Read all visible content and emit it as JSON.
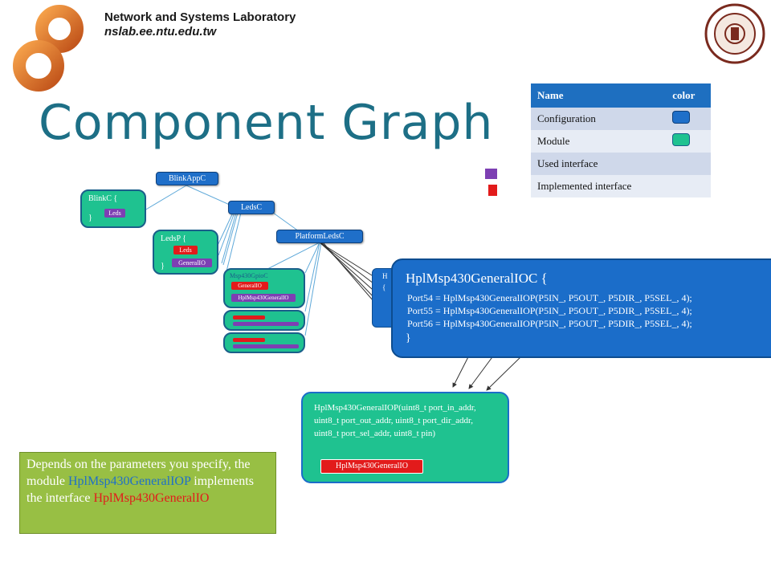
{
  "header": {
    "lab_name": "Network and Systems Laboratory",
    "lab_url": "nslab.ee.ntu.edu.tw"
  },
  "title": "Component Graph",
  "legend": {
    "headers": [
      "Name",
      "color"
    ],
    "rows": [
      {
        "name": "Configuration",
        "color": "#1f6fc9"
      },
      {
        "name": "Module",
        "color": "#1fc290"
      },
      {
        "name": "Used interface",
        "color": "#7d3fb3"
      },
      {
        "name": "Implemented interface",
        "color": "#e21b1b"
      }
    ]
  },
  "graph": {
    "blinkappc": "BlinkAppC",
    "ledsc": "LedsC",
    "platformledsc": "PlatformLedsC",
    "blinkc_label": "BlinkC {",
    "blinkc_close": "}",
    "blinkc_leds": "Leds",
    "ledsp_label": "LedsP {",
    "ledsp_close": "}",
    "ledsp_leds": "Leds",
    "ledsp_generalio": "GeneralIO",
    "msp_label": "Msp430GpioC",
    "msp_generalio": "GeneralIO",
    "msp_hpl": "HplMsp430GeneralIO",
    "hidden_h": "H",
    "hidden_brace": "{"
  },
  "popup": {
    "header": "HplMsp430GeneralIOC {",
    "lines": [
      "Port54 = HplMsp430GeneralIOP(P5IN_, P5OUT_, P5DIR_, P5SEL_, 4);",
      "Port55 = HplMsp430GeneralIOP(P5IN_, P5OUT_, P5DIR_, P5SEL_, 4);",
      "Port56 = HplMsp430GeneralIOP(P5IN_, P5OUT_, P5DIR_, P5SEL_, 4);"
    ],
    "close": "}"
  },
  "iop": {
    "text": "HplMsp430GeneralIOP(uint8_t port_in_addr, uint8_t port_out_addr, uint8_t port_dir_addr, uint8_t port_sel_addr, uint8_t pin)",
    "interface": "HplMsp430GeneralIO"
  },
  "note": {
    "part1": "Depends on the parameters you specify, the module ",
    "module": "HplMsp430GeneralIOP",
    "part2": " implements the interface ",
    "interface": "HplMsp430GeneralIO",
    "module_color": "#1f6fc9",
    "interface_color": "#e21b1b"
  }
}
